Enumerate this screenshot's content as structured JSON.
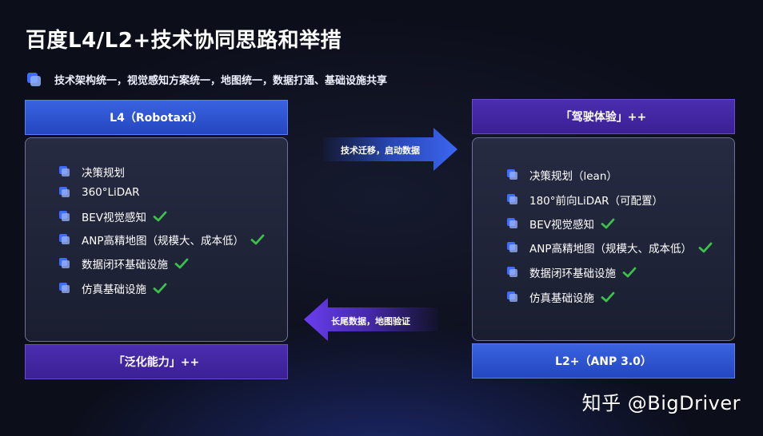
{
  "title": "百度L4/L2+技术协同思路和举措",
  "subtitle": "技术架构统一，视觉感知方案统一，地图统一，数据打通、基础设施共享",
  "left": {
    "top_label": "L4（Robotaxi）",
    "bottom_label": "「泛化能力」++",
    "items": [
      {
        "text": "决策规划",
        "check": false
      },
      {
        "text": "360°LiDAR",
        "check": false
      },
      {
        "text": "BEV视觉感知",
        "check": true
      },
      {
        "text": "ANP高精地图（规模大、成本低）",
        "check": true
      },
      {
        "text": "数据闭环基础设施",
        "check": true
      },
      {
        "text": "仿真基础设施",
        "check": true
      }
    ]
  },
  "right": {
    "top_label": "「驾驶体验」++",
    "bottom_label": "L2+（ANP 3.0）",
    "items": [
      {
        "text": "决策规划（lean）",
        "check": false
      },
      {
        "text": "180°前向LiDAR（可配置）",
        "check": false
      },
      {
        "text": "BEV视觉感知",
        "check": true
      },
      {
        "text": "ANP高精地图（规模大、成本低）",
        "check": true
      },
      {
        "text": "数据闭环基础设施",
        "check": true
      },
      {
        "text": "仿真基础设施",
        "check": true
      }
    ]
  },
  "arrows": {
    "to_right": "技术迁移，启动数据",
    "to_left": "长尾数据，地图验证"
  },
  "watermark": "知乎 @BigDriver",
  "colors": {
    "blue_bar": "#2b4fd0",
    "purple_bar": "#4326a4",
    "check_green": "#3cc24a",
    "bullet_blue": "#3f6bff"
  }
}
